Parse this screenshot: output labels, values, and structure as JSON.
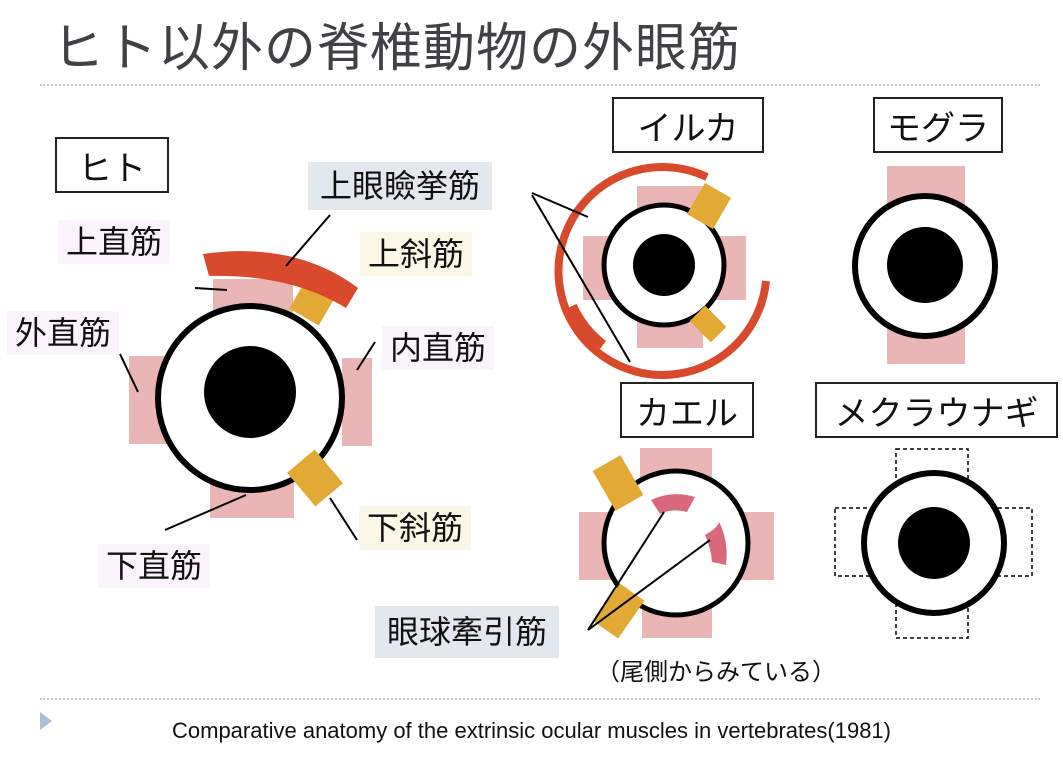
{
  "title": "ヒト以外の脊椎動物の外眼筋",
  "panels": {
    "human": "ヒト",
    "dolphin": "イルカ",
    "mole": "モグラ",
    "frog": "カエル",
    "hagfish": "メクラウナギ"
  },
  "labels": {
    "superior_rectus": "上直筋",
    "lateral_rectus": "外直筋",
    "inferior_rectus": "下直筋",
    "medial_rectus": "内直筋",
    "superior_oblique": "上斜筋",
    "inferior_oblique": "下斜筋",
    "levator": "上眼瞼挙筋",
    "retractor": "眼球牽引筋"
  },
  "note": "（尾側からみている）",
  "caption": "Comparative anatomy of the extrinsic ocular muscles in vertebrates(1981)",
  "colors": {
    "rectus": "#e9b5b5",
    "oblique": "#e2aa35",
    "levator": "#d84a2b",
    "retractor": "#d9687d",
    "title": "#404045"
  }
}
